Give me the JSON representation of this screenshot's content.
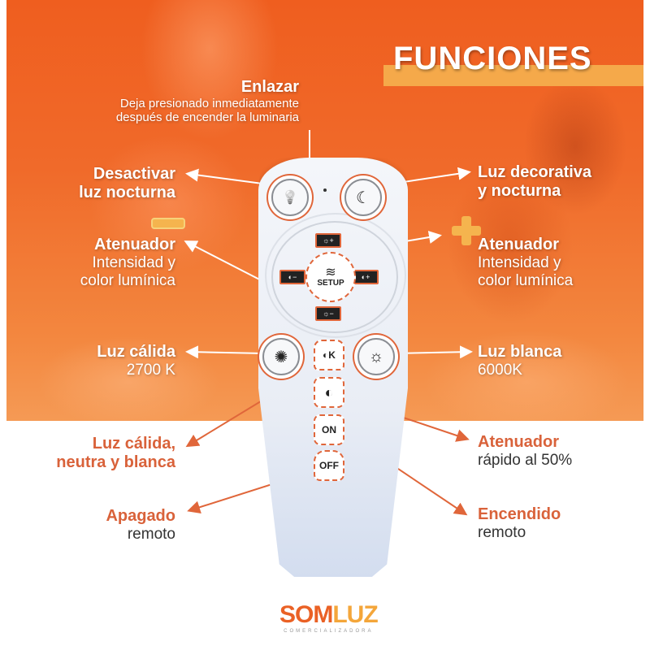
{
  "title": "FUNCIONES",
  "colors": {
    "orange_band": "#f06a2a",
    "title_bar": "#f5a94a",
    "accent_dark_orange": "#d9623a",
    "dashed_highlight": "#e0663a",
    "remote_body": "#e9edf5"
  },
  "labels": {
    "enlazar": {
      "heading": "Enlazar",
      "line1": "Deja presionado inmediatamente",
      "line2": "después de encender la luminaria"
    },
    "desactivar": {
      "line1": "Desactivar",
      "line2": "luz nocturna"
    },
    "decorativa": {
      "line1": "Luz decorativa",
      "line2": "y nocturna"
    },
    "atenuador_left": {
      "heading": "Atenuador",
      "line1": "Intensidad y",
      "line2": "color lumínica"
    },
    "atenuador_right": {
      "heading": "Atenuador",
      "line1": "Intensidad y",
      "line2": "color lumínica"
    },
    "calida": {
      "heading": "Luz cálida",
      "value": "2700 K"
    },
    "blanca": {
      "heading": "Luz blanca",
      "value": "6000K"
    },
    "calida_neutra": {
      "line1": "Luz cálida,",
      "line2": "neutra y blanca"
    },
    "atenuador_rapido": {
      "heading": "Atenuador",
      "line1": "rápido al 50%"
    },
    "apagado": {
      "heading": "Apagado",
      "line1": "remoto"
    },
    "encendido": {
      "heading": "Encendido",
      "line1": "remoto"
    }
  },
  "remote": {
    "buttons": {
      "night_off_icon": "💡",
      "night_on_icon": "☾",
      "brightness_up": "☼+",
      "brightness_down": "☼−",
      "color_temp_up": "◐+",
      "color_temp_down": "◐−",
      "setup_icon": "≋",
      "setup_label": "SETUP",
      "warm_icon": "✺",
      "cycle_label": "◐K",
      "cool_icon": "☼",
      "half_dim_icon": "◐",
      "on_label": "ON",
      "off_label": "OFF"
    }
  },
  "logo": {
    "part1": "SOM",
    "part2": "LUZ",
    "tagline": "COMERCIALIZADORA"
  }
}
